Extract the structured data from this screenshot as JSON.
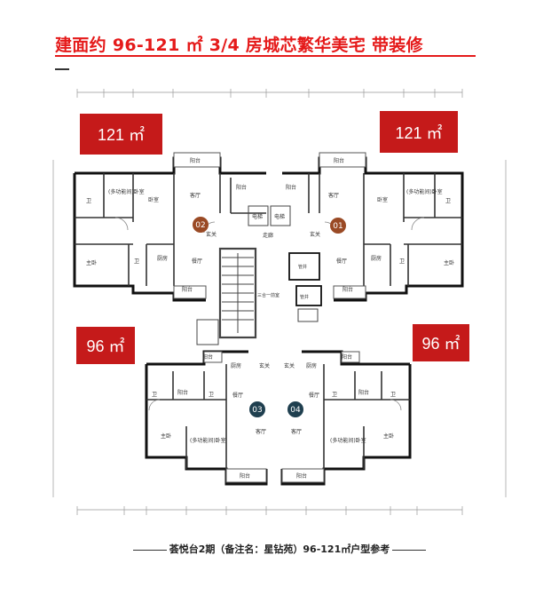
{
  "headline": "建面约 96-121 ㎡  3/4 房城芯繁华美宅  带装修",
  "caption": "荟悦台2期（备注名：星钻苑）96-121㎡户型参考",
  "area_tags": {
    "top_left": "121 ㎡",
    "top_right": "121 ㎡",
    "mid_left": "96 ㎡",
    "mid_right": "96 ㎡"
  },
  "unit_numbers": {
    "u1": "01",
    "u2": "02",
    "u3": "03",
    "u4": "04"
  },
  "room_labels": {
    "balcony": "阳台",
    "living": "客厅",
    "dining": "餐厅",
    "kitchen": "厨房",
    "bath": "卫",
    "bedroom": "卧室",
    "master": "主卧",
    "flex_bedroom": "(多功能间)卧室",
    "entry": "玄关",
    "corridor": "走廊",
    "elevator": "电梯",
    "lobby": "三合一前室",
    "pipe_well": "管井"
  },
  "colors": {
    "brand_red": "#e51a1a",
    "tag_red": "#c51a1a",
    "unit_dark": "#1f3f4f",
    "unit_brown": "#9a4a25"
  }
}
